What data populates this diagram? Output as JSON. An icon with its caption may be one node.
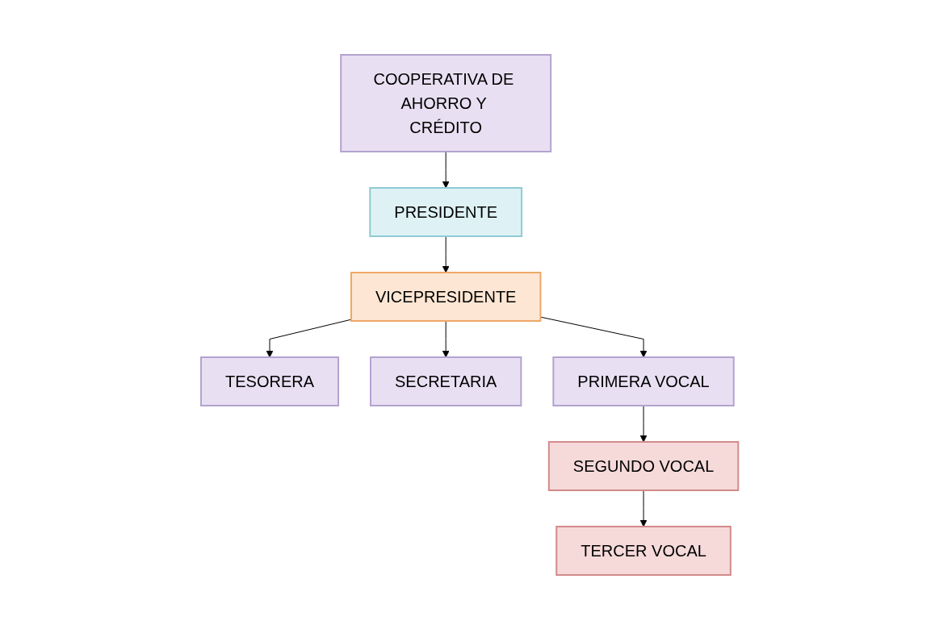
{
  "diagram": {
    "nodes": [
      {
        "text": [
          "COOPERATIVA DE AHORRO Y CRÉDITO"
        ]
      },
      {
        "text": [
          "PRESIDENTE"
        ]
      },
      {
        "text": [
          "VICEPRESIDENTE"
        ]
      },
      {
        "text": [
          "TESORERA"
        ]
      },
      {
        "text": [
          "SECRETARIA"
        ]
      },
      {
        "text": [
          "PRIMERA VOCAL"
        ]
      },
      {
        "text": [
          "SEGUNDO VOCAL"
        ]
      },
      {
        "text": [
          "TERCER VOCAL"
        ]
      }
    ],
    "edges": [
      {
        "from": 0,
        "to": 1,
        "arrow": "to"
      },
      {
        "from": 1,
        "to": 2,
        "arrow": "to"
      },
      {
        "from": 2,
        "to": 3,
        "arrow": "to"
      },
      {
        "from": 2,
        "to": 4,
        "arrow": "to"
      },
      {
        "from": 2,
        "to": 5,
        "arrow": "to"
      },
      {
        "from": 5,
        "to": 6,
        "arrow": "to"
      },
      {
        "from": 6,
        "to": 7,
        "arrow": "to"
      }
    ]
  }
}
